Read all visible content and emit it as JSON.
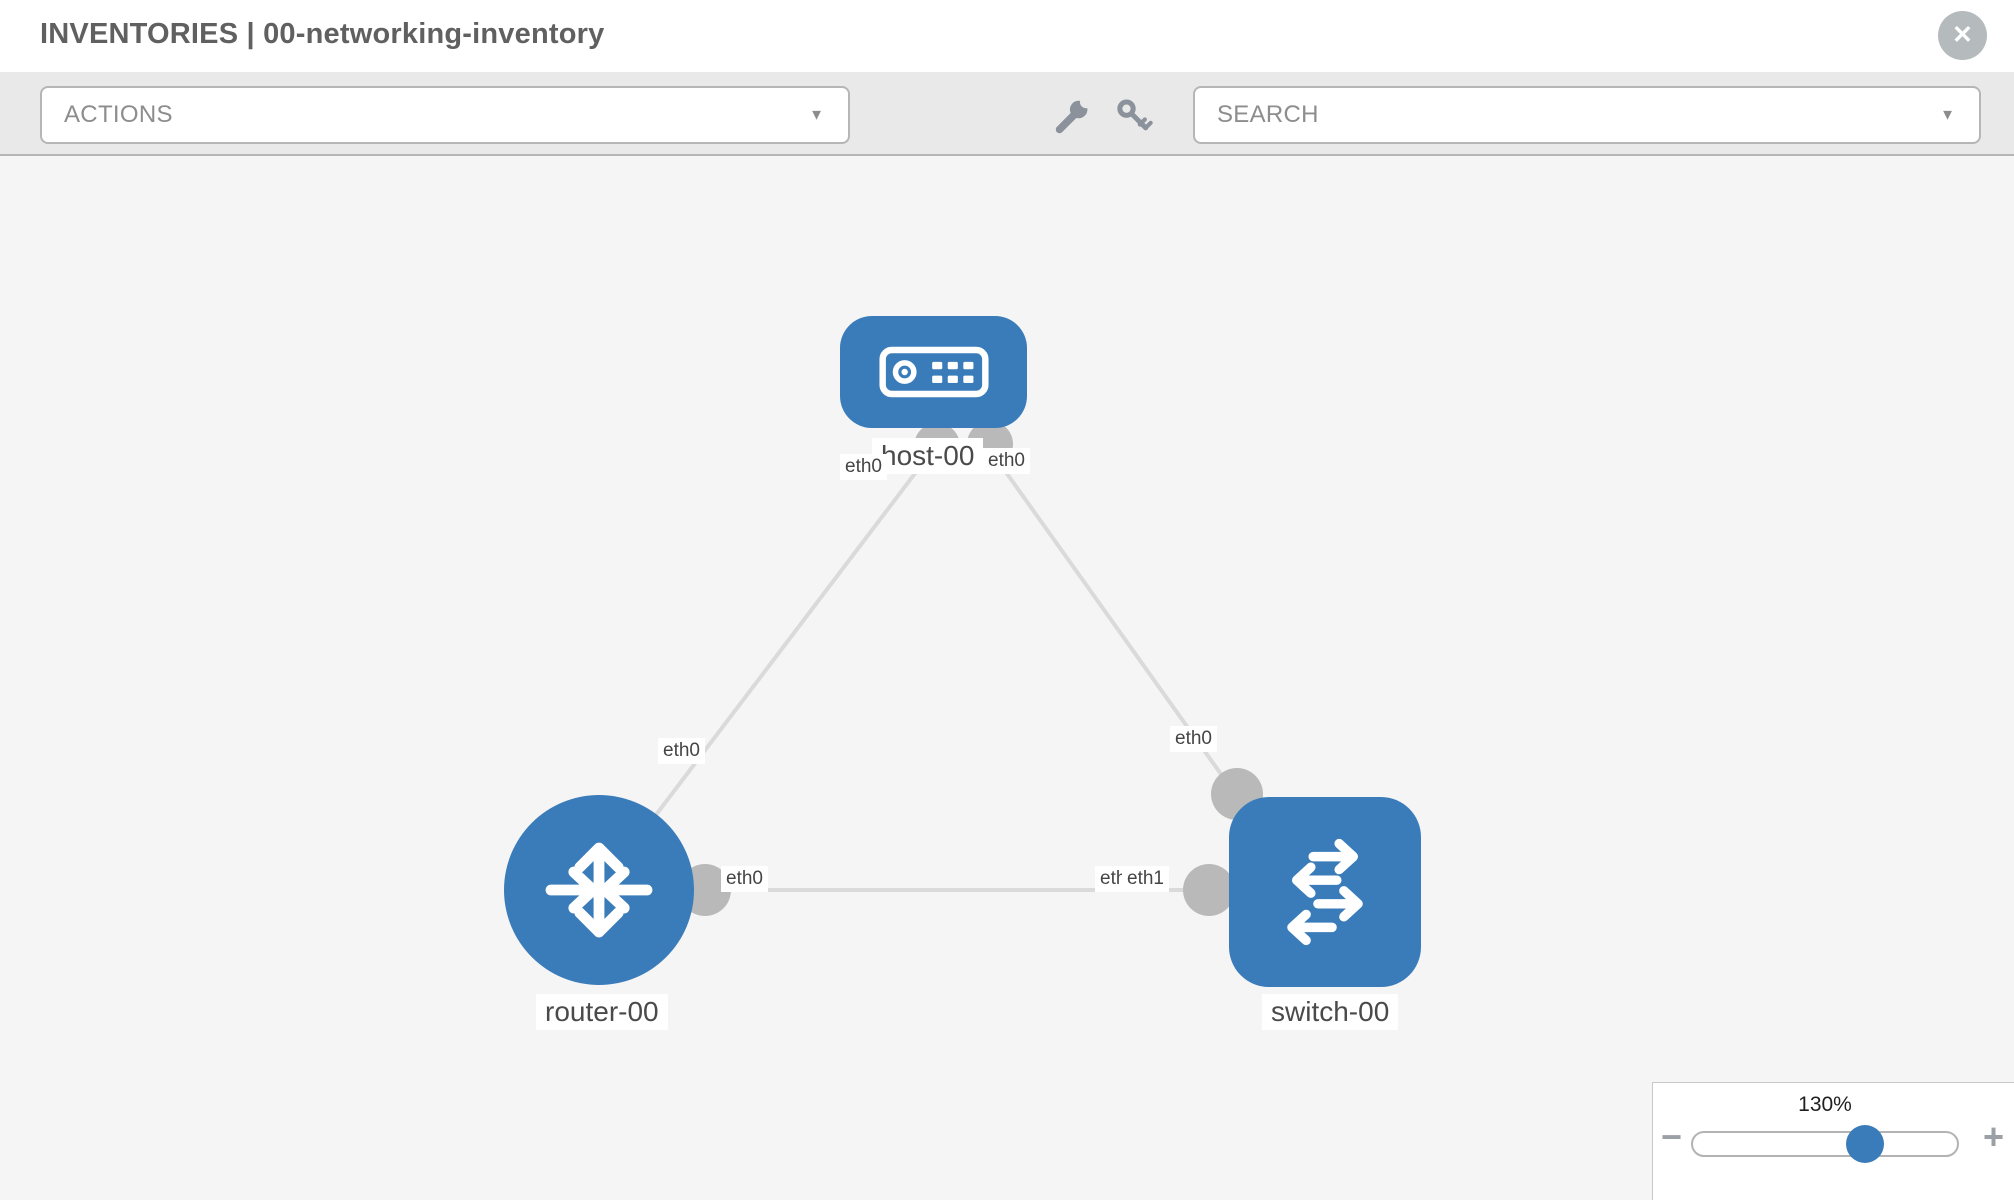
{
  "header": {
    "title": "INVENTORIES | 00-networking-inventory"
  },
  "toolbar": {
    "actions": {
      "placeholder": "ACTIONS"
    },
    "search": {
      "placeholder": "SEARCH"
    }
  },
  "icons": {
    "close": "✕",
    "dropdown_arrow": "▼",
    "zoom_out": "−",
    "zoom_in": "+"
  },
  "colors": {
    "node_blue": "#3a7cb9",
    "link_gray": "#dadada",
    "dot_gray": "#b9b9b9",
    "canvas_bg": "#f5f5f5"
  },
  "topology": {
    "nodes": [
      {
        "id": "host-00",
        "label": "host-00",
        "type": "host"
      },
      {
        "id": "router-00",
        "label": "router-00",
        "type": "router"
      },
      {
        "id": "switch-00",
        "label": "switch-00",
        "type": "switch"
      }
    ],
    "links": [
      {
        "source": "host-00",
        "target": "router-00",
        "source_interface": "eth0",
        "target_interface": "eth0"
      },
      {
        "source": "host-00",
        "target": "switch-00",
        "source_interface": "eth0",
        "target_interface": "eth0"
      },
      {
        "source": "router-00",
        "target": "switch-00",
        "source_interface": "eth0",
        "target_interface": "eth1",
        "target_interface_overlapped": "eth1"
      }
    ]
  },
  "zoom_control": {
    "value": "130%",
    "percent": 65
  }
}
